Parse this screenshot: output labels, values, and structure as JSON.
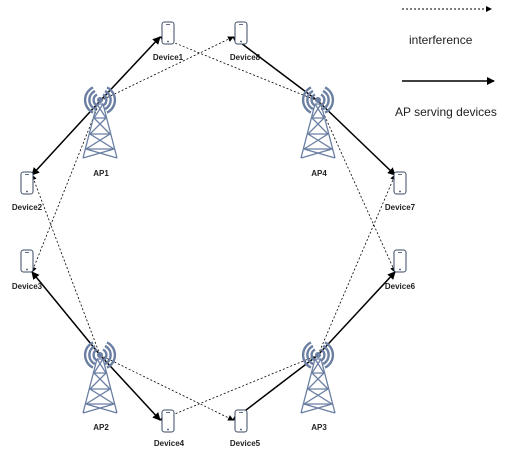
{
  "legend": {
    "interference_label": "interference",
    "serving_label": "AP serving devices"
  },
  "aps": [
    {
      "id": "ap1",
      "label": "AP1"
    },
    {
      "id": "ap2",
      "label": "AP2"
    },
    {
      "id": "ap3",
      "label": "AP3"
    },
    {
      "id": "ap4",
      "label": "AP4"
    }
  ],
  "devices": [
    {
      "id": "device1",
      "label": "Device1"
    },
    {
      "id": "device2",
      "label": "Device2"
    },
    {
      "id": "device3",
      "label": "Device3"
    },
    {
      "id": "device4",
      "label": "Device4"
    },
    {
      "id": "device5",
      "label": "Device5"
    },
    {
      "id": "device6",
      "label": "Device6"
    },
    {
      "id": "device7",
      "label": "Device7"
    },
    {
      "id": "device8",
      "label": "Device8"
    }
  ],
  "serving_links": [
    [
      "ap1",
      "device1"
    ],
    [
      "ap1",
      "device2"
    ],
    [
      "ap2",
      "device3"
    ],
    [
      "ap2",
      "device4"
    ],
    [
      "ap3",
      "device5"
    ],
    [
      "ap3",
      "device6"
    ],
    [
      "ap4",
      "device7"
    ],
    [
      "ap4",
      "device8"
    ]
  ],
  "interference_links": [
    [
      "ap1",
      "device8"
    ],
    [
      "ap1",
      "device3"
    ],
    [
      "ap2",
      "device2"
    ],
    [
      "ap2",
      "device5"
    ],
    [
      "ap3",
      "device4"
    ],
    [
      "ap3",
      "device7"
    ],
    [
      "ap4",
      "device1"
    ],
    [
      "ap4",
      "device6"
    ]
  ],
  "colors": {
    "tower": "#6b7fa3",
    "line": "#000000",
    "device_stroke": "#3a4a66"
  }
}
